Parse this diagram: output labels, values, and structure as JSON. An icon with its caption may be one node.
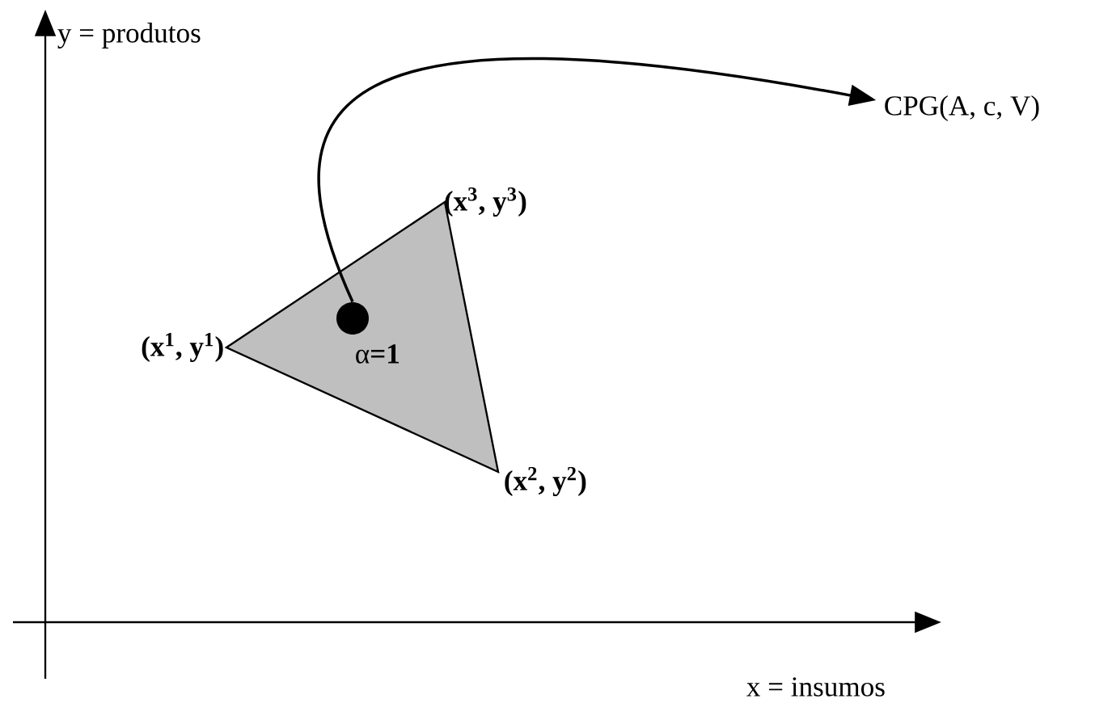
{
  "diagram": {
    "nodes": [
      {
        "text": [],
        "shape": "triangle",
        "beside": [
          "(x$^{1}$, y$^{1}$)",
          "(x$^{3}$, y$^{3}$)",
          "(x$^{2}$, y$^{2}$)"
        ]
      },
      {
        "text": [],
        "shape": "circle",
        "in": 0,
        "beside": [
          "α**=1**"
        ]
      },
      {
        "text": [
          "CPG(A, c, V)"
        ]
      }
    ],
    "edges": [
      {
        "from": 1,
        "to": 2,
        "arrow": "to"
      }
    ],
    "labels": [
      "y = produtos",
      "x = insumos"
    ]
  }
}
